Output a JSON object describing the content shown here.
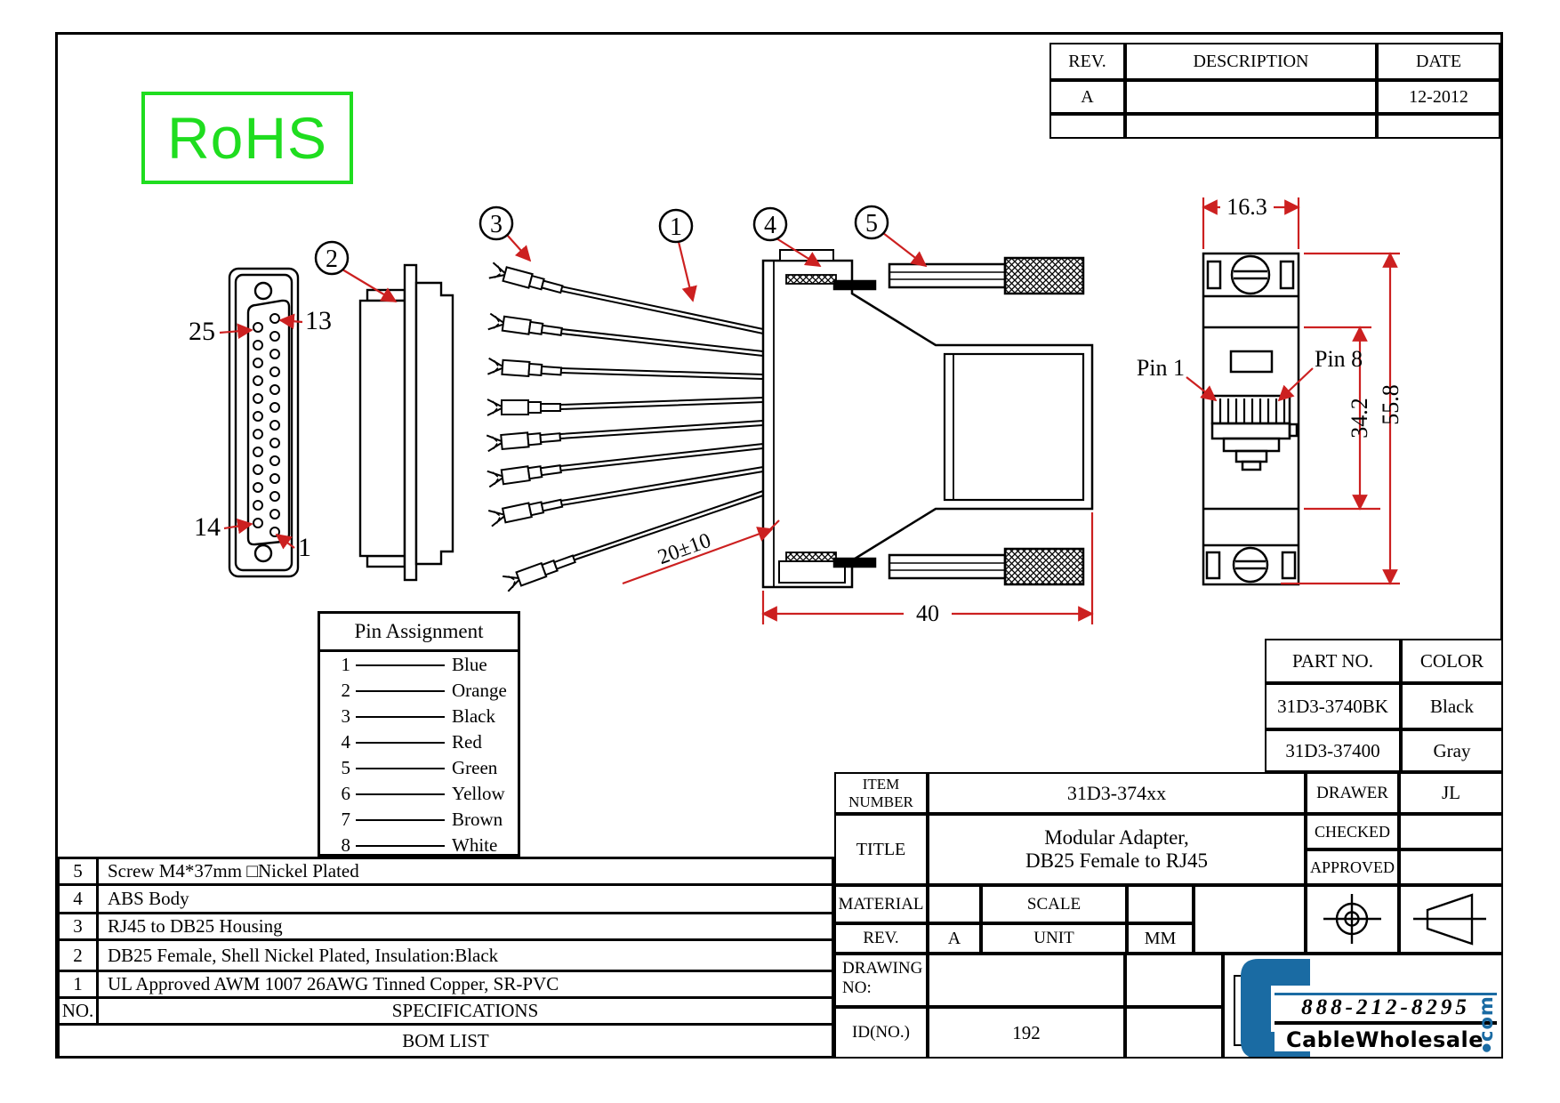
{
  "colors": {
    "accent_red": "#cc2020",
    "rohs_green": "#1fdd1f",
    "logo_blue": "#1a6ba3"
  },
  "rohs": {
    "text": "RoHS"
  },
  "rev_table": {
    "col_rev": "REV.",
    "col_desc": "DESCRIPTION",
    "col_date": "DATE",
    "rows": [
      {
        "rev": "A",
        "desc": "",
        "date": "12-2012"
      },
      {
        "rev": "",
        "desc": "",
        "date": ""
      }
    ]
  },
  "pin_assignment": {
    "title": "Pin Assignment",
    "rows": [
      {
        "pin": "1",
        "color": "Blue"
      },
      {
        "pin": "2",
        "color": "Orange"
      },
      {
        "pin": "3",
        "color": "Black"
      },
      {
        "pin": "4",
        "color": "Red"
      },
      {
        "pin": "5",
        "color": "Green"
      },
      {
        "pin": "6",
        "color": "Yellow"
      },
      {
        "pin": "7",
        "color": "Brown"
      },
      {
        "pin": "8",
        "color": "White"
      }
    ]
  },
  "bom": {
    "rows": [
      {
        "no": "5",
        "spec": "Screw M4*37mm □Nickel Plated"
      },
      {
        "no": "4",
        "spec": "ABS Body"
      },
      {
        "no": "3",
        "spec": "RJ45 to DB25 Housing"
      },
      {
        "no": "2",
        "spec": "DB25 Female, Shell Nickel Plated, Insulation:Black"
      },
      {
        "no": "1",
        "spec": "UL Approved AWM 1007 26AWG Tinned Copper, SR-PVC"
      }
    ],
    "footer_no": "NO.",
    "footer_spec": "SPECIFICATIONS",
    "title": "BOM LIST"
  },
  "part_table": {
    "col_part": "PART NO.",
    "col_color": "COLOR",
    "rows": [
      {
        "part": "31D3-3740BK",
        "color": "Black"
      },
      {
        "part": "31D3-37400",
        "color": "Gray"
      }
    ]
  },
  "title_block": {
    "item_number_label": "ITEM NUMBER",
    "item_number": "31D3-374xx",
    "drawer_label": "DRAWER",
    "drawer": "JL",
    "title_label": "TITLE",
    "title_line1": "Modular Adapter,",
    "title_line2": "DB25 Female to RJ45",
    "checked_label": "CHECKED",
    "approved_label": "APPROVED",
    "material_label": "MATERIAL",
    "scale_label": "SCALE",
    "rev_label": "REV.",
    "rev": "A",
    "unit_label": "UNIT",
    "unit": "MM",
    "drawing_no_label": "DRAWING NO:",
    "id_label": "ID(NO.)",
    "id": "192"
  },
  "logo": {
    "phone": "888-212-8295",
    "name": "CableWholesale",
    "dot": "●",
    "tld": "com"
  },
  "diagram": {
    "callouts": {
      "c1": "1",
      "c2": "2",
      "c3": "3",
      "c4": "4",
      "c5": "5"
    },
    "db25_labels": {
      "top_left": "25",
      "top_right": "13",
      "bottom_left": "14",
      "bottom_right": "1"
    },
    "rj45_labels": {
      "pin1": "Pin 1",
      "pin8": "Pin 8"
    },
    "dims": {
      "width": "16.3",
      "inner_height": "34.2",
      "total_height": "55.8",
      "housing_width": "40",
      "wire_length": "20±10"
    }
  }
}
